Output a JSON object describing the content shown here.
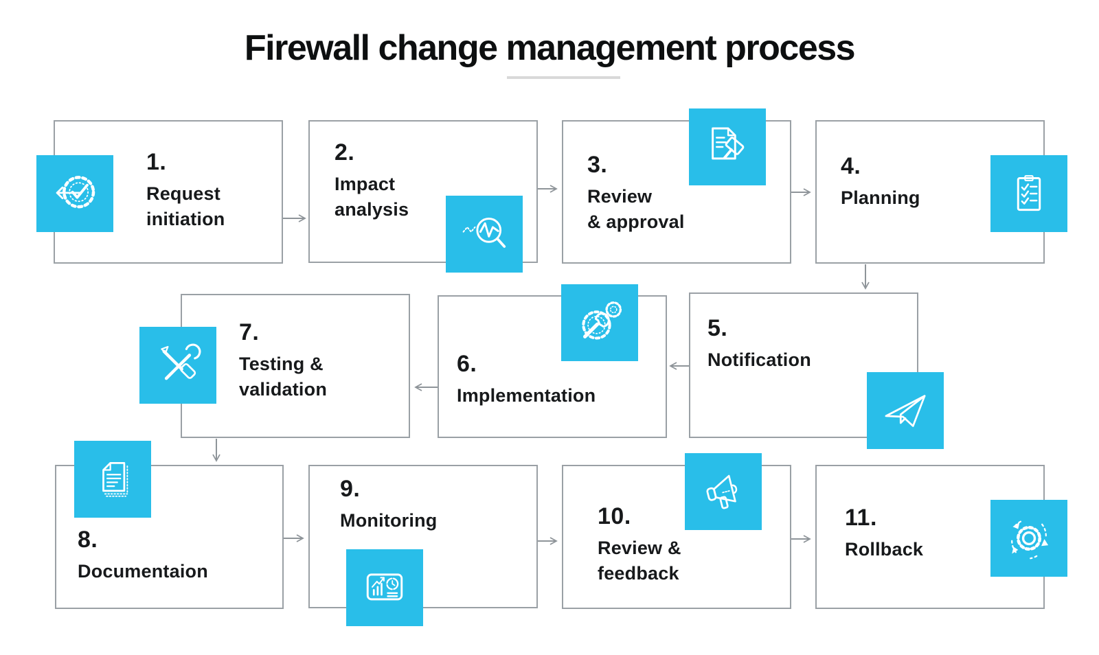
{
  "title": "Firewall change management process",
  "colors": {
    "accent": "#29bee9",
    "line": "#8e9499",
    "text": "#17191b",
    "underline": "#d9d9d9"
  },
  "steps": [
    {
      "number": "1.",
      "label": "Request\ninitiation",
      "icon": "gear-check-arrow-icon"
    },
    {
      "number": "2.",
      "label": "Impact\nanalysis",
      "icon": "magnifier-pulse-icon"
    },
    {
      "number": "3.",
      "label": "Review\n& approval",
      "icon": "document-gavel-icon"
    },
    {
      "number": "4.",
      "label": "Planning",
      "icon": "clipboard-checklist-icon"
    },
    {
      "number": "5.",
      "label": "Notification",
      "icon": "paper-plane-icon"
    },
    {
      "number": "6.",
      "label": "Implementation",
      "icon": "wrench-gears-icon"
    },
    {
      "number": "7.",
      "label": "Testing &\nvalidation",
      "icon": "crossed-tools-icon"
    },
    {
      "number": "8.",
      "label": "Documentaion",
      "icon": "documents-icon"
    },
    {
      "number": "9.",
      "label": "Monitoring",
      "icon": "dashboard-clock-icon"
    },
    {
      "number": "10.",
      "label": "Review &\nfeedback",
      "icon": "megaphone-icon"
    },
    {
      "number": "11.",
      "label": "Rollback",
      "icon": "gear-rotate-icon"
    }
  ],
  "flow_order": [
    "1→2",
    "2→3",
    "3→4",
    "4→5",
    "5→6",
    "6→7",
    "7→8",
    "8→9",
    "9→10",
    "10→11"
  ]
}
